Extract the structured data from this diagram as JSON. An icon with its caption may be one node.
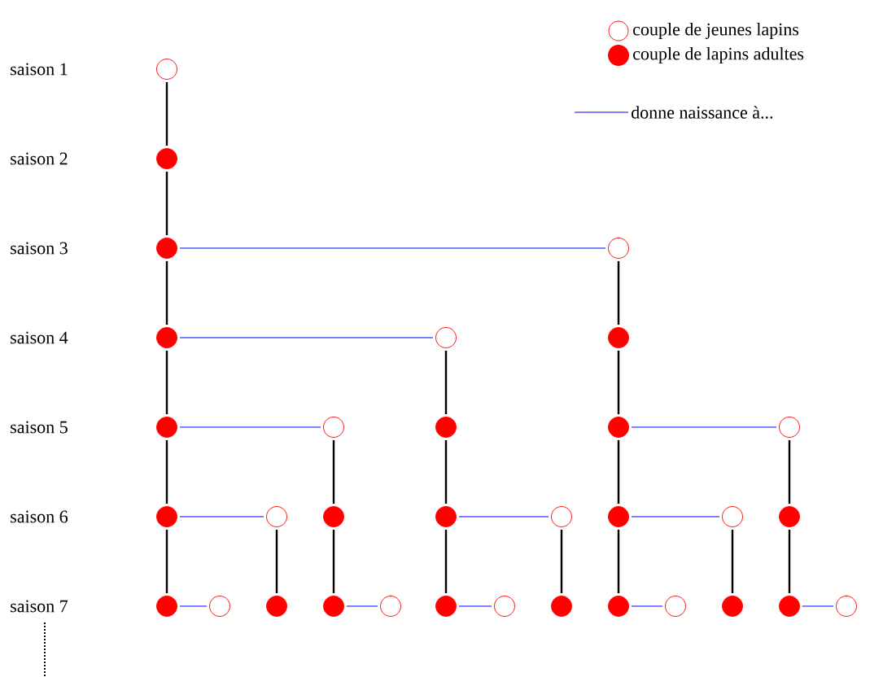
{
  "diagram": {
    "nodes": [
      {
        "text": [],
        "shape": "circle"
      },
      {
        "text": [],
        "shape": "disc"
      },
      {
        "text": [],
        "shape": "disc"
      },
      {
        "text": [],
        "shape": "circle"
      },
      {
        "text": [],
        "shape": "disc"
      },
      {
        "text": [],
        "shape": "circle"
      },
      {
        "text": [],
        "shape": "disc"
      },
      {
        "text": [],
        "shape": "disc"
      },
      {
        "text": [],
        "shape": "circle"
      },
      {
        "text": [],
        "shape": "disc"
      },
      {
        "text": [],
        "shape": "disc"
      },
      {
        "text": [],
        "shape": "circle"
      },
      {
        "text": [],
        "shape": "disc"
      },
      {
        "text": [],
        "shape": "circle"
      },
      {
        "text": [],
        "shape": "disc"
      },
      {
        "text": [],
        "shape": "disc"
      },
      {
        "text": [],
        "shape": "circle"
      },
      {
        "text": [],
        "shape": "disc"
      },
      {
        "text": [],
        "shape": "circle"
      },
      {
        "text": [],
        "shape": "disc"
      },
      {
        "text": [],
        "shape": "disc"
      },
      {
        "text": [],
        "shape": "circle"
      },
      {
        "text": [],
        "shape": "disc"
      },
      {
        "text": [],
        "shape": "disc"
      },
      {
        "text": [],
        "shape": "circle"
      },
      {
        "text": [],
        "shape": "disc"
      },
      {
        "text": [],
        "shape": "circle"
      },
      {
        "text": [],
        "shape": "disc"
      },
      {
        "text": [],
        "shape": "disc"
      },
      {
        "text": [],
        "shape": "circle"
      },
      {
        "text": [],
        "shape": "disc"
      },
      {
        "text": [],
        "shape": "disc"
      },
      {
        "text": [],
        "shape": "circle"
      }
    ],
    "edges": [
      {
        "from": 0,
        "to": 1,
        "arrow": "none"
      },
      {
        "from": 1,
        "to": 2,
        "arrow": "none"
      },
      {
        "from": 2,
        "to": 3,
        "arrow": "none",
        "color": "#0000ff"
      },
      {
        "from": 2,
        "to": 4,
        "arrow": "none"
      },
      {
        "from": 3,
        "to": 6,
        "arrow": "none"
      },
      {
        "from": 4,
        "to": 5,
        "arrow": "none",
        "color": "#0000ff"
      },
      {
        "from": 4,
        "to": 7,
        "arrow": "none"
      },
      {
        "from": 5,
        "to": 9,
        "arrow": "none"
      },
      {
        "from": 6,
        "to": 10,
        "arrow": "none"
      },
      {
        "from": 7,
        "to": 8,
        "arrow": "none",
        "color": "#0000ff"
      },
      {
        "from": 7,
        "to": 12,
        "arrow": "none"
      },
      {
        "from": 8,
        "to": 14,
        "arrow": "none"
      },
      {
        "from": 9,
        "to": 15,
        "arrow": "none"
      },
      {
        "from": 10,
        "to": 11,
        "arrow": "none",
        "color": "#0000ff"
      },
      {
        "from": 10,
        "to": 17,
        "arrow": "none"
      },
      {
        "from": 11,
        "to": 19,
        "arrow": "none"
      },
      {
        "from": 12,
        "to": 13,
        "arrow": "none",
        "color": "#0000ff"
      },
      {
        "from": 12,
        "to": 20,
        "arrow": "none"
      },
      {
        "from": 13,
        "to": 22,
        "arrow": "none"
      },
      {
        "from": 14,
        "to": 23,
        "arrow": "none"
      },
      {
        "from": 15,
        "to": 16,
        "arrow": "none",
        "color": "#0000ff"
      },
      {
        "from": 15,
        "to": 25,
        "arrow": "none"
      },
      {
        "from": 16,
        "to": 27,
        "arrow": "none"
      },
      {
        "from": 17,
        "to": 18,
        "arrow": "none",
        "color": "#0000ff"
      },
      {
        "from": 17,
        "to": 28,
        "arrow": "none"
      },
      {
        "from": 18,
        "to": 30,
        "arrow": "none"
      },
      {
        "from": 19,
        "to": 31,
        "arrow": "none"
      },
      {
        "from": 20,
        "to": 21,
        "arrow": "none",
        "color": "#0000ff"
      },
      {
        "from": 23,
        "to": 24,
        "arrow": "none",
        "color": "#0000ff"
      },
      {
        "from": 25,
        "to": 26,
        "arrow": "none",
        "color": "#0000ff"
      },
      {
        "from": 28,
        "to": 29,
        "arrow": "none",
        "color": "#0000ff"
      },
      {
        "from": 31,
        "to": 32,
        "arrow": "none",
        "color": "#0000ff"
      }
    ],
    "labels": [
      "saison 1",
      "saison 2",
      "saison 3",
      "saison 4",
      "saison 5",
      "saison 6",
      "saison 7"
    ],
    "legend": [
      {
        "text": "couple de jeunes lapins"
      },
      {
        "text": "couple de lapins adultes"
      },
      {
        "text": "donne naissance à..."
      }
    ]
  }
}
